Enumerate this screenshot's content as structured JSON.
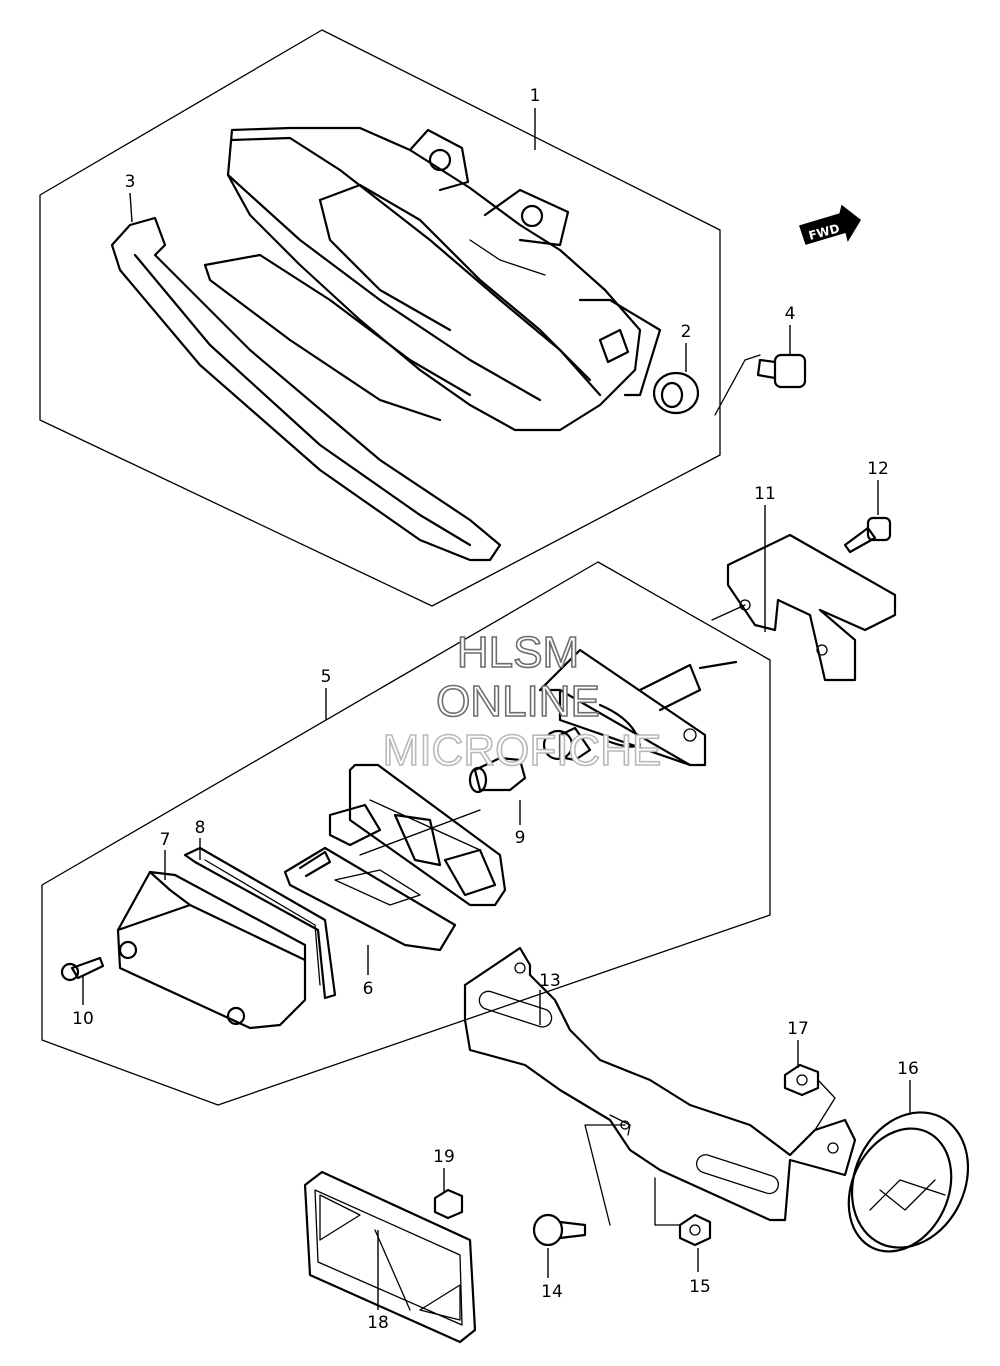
{
  "diagram": {
    "callouts": [
      "1",
      "2",
      "3",
      "4",
      "5",
      "6",
      "7",
      "8",
      "9",
      "10",
      "11",
      "12",
      "13",
      "14",
      "15",
      "16",
      "17",
      "18",
      "19"
    ],
    "fwd_label": "FWD",
    "watermark": [
      "HLSM",
      "ONLINE",
      "MICROFICHE"
    ]
  }
}
